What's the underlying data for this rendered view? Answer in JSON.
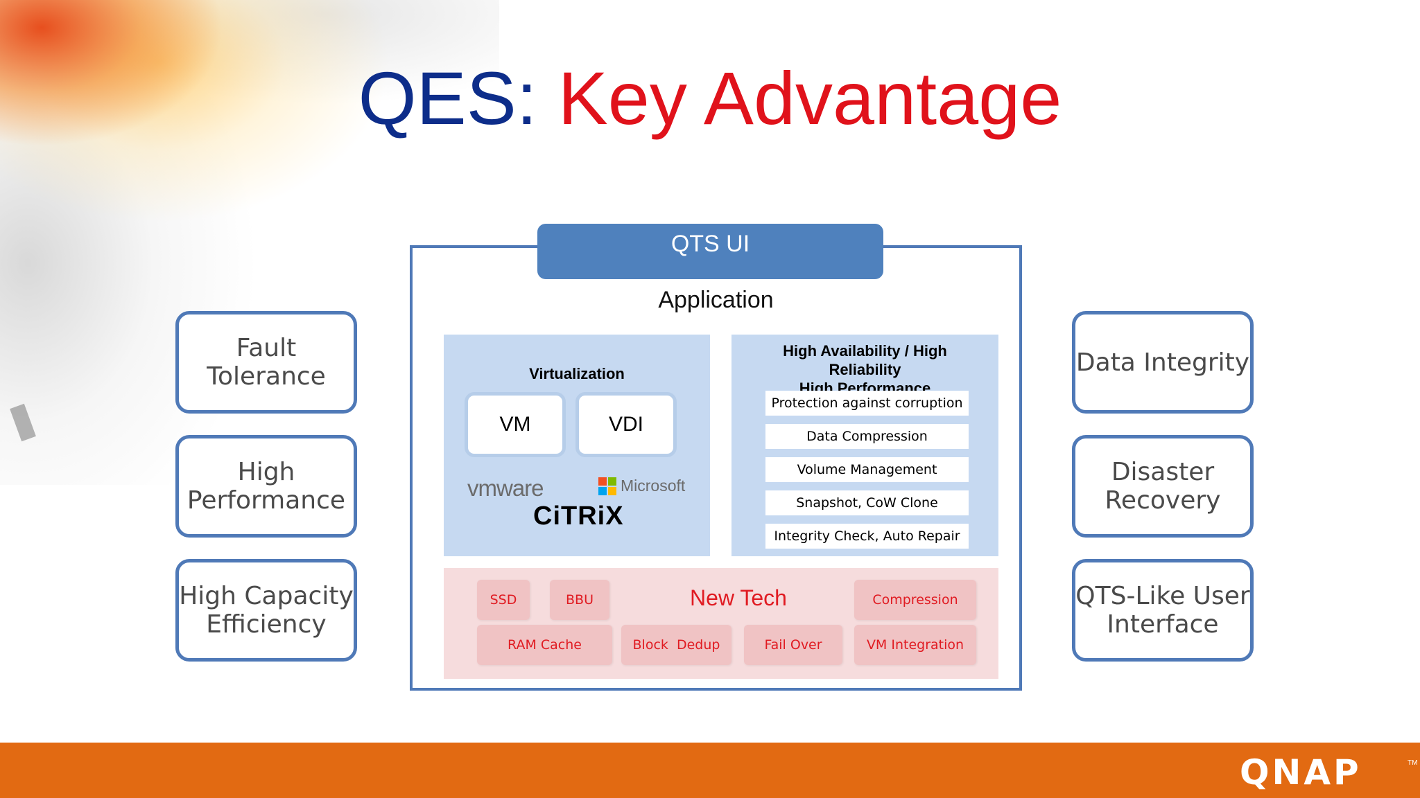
{
  "title": {
    "part1": "QES:",
    "part2": "Key Advantage"
  },
  "left_boxes": [
    "Fault Tolerance",
    "High Performance",
    "High Capacity Efficiency"
  ],
  "right_boxes": [
    "Data Integrity",
    "Disaster Recovery",
    "QTS-Like User Interface"
  ],
  "diagram": {
    "tab": "QTS UI",
    "application": "Application",
    "virtualization": {
      "title": "Virtualization",
      "boxes": [
        "VM",
        "VDI"
      ],
      "logos": {
        "vmware": "vmware",
        "microsoft": "Microsoft",
        "citrix": "CiTRiX"
      }
    },
    "ha": {
      "title_line1": "High Availability / High",
      "title_line2": "Reliability",
      "title_line3": "High Performance",
      "items": [
        "Protection against corruption",
        "Data Compression",
        "Volume Management",
        "Snapshot, CoW Clone",
        "Integrity Check, Auto Repair"
      ]
    },
    "new_tech": {
      "label": "New Tech",
      "items": [
        "SSD",
        "BBU",
        "Compression",
        "RAM Cache",
        "Block  Dedup",
        "Fail Over",
        "VM Integration"
      ]
    }
  },
  "footer": {
    "brand": "QNAP",
    "trademark": "TM"
  },
  "colors": {
    "title_blue": "#0d2d8a",
    "title_red": "#e0121b",
    "frame_blue": "#4f79b7",
    "footer_orange": "#e26a12"
  }
}
